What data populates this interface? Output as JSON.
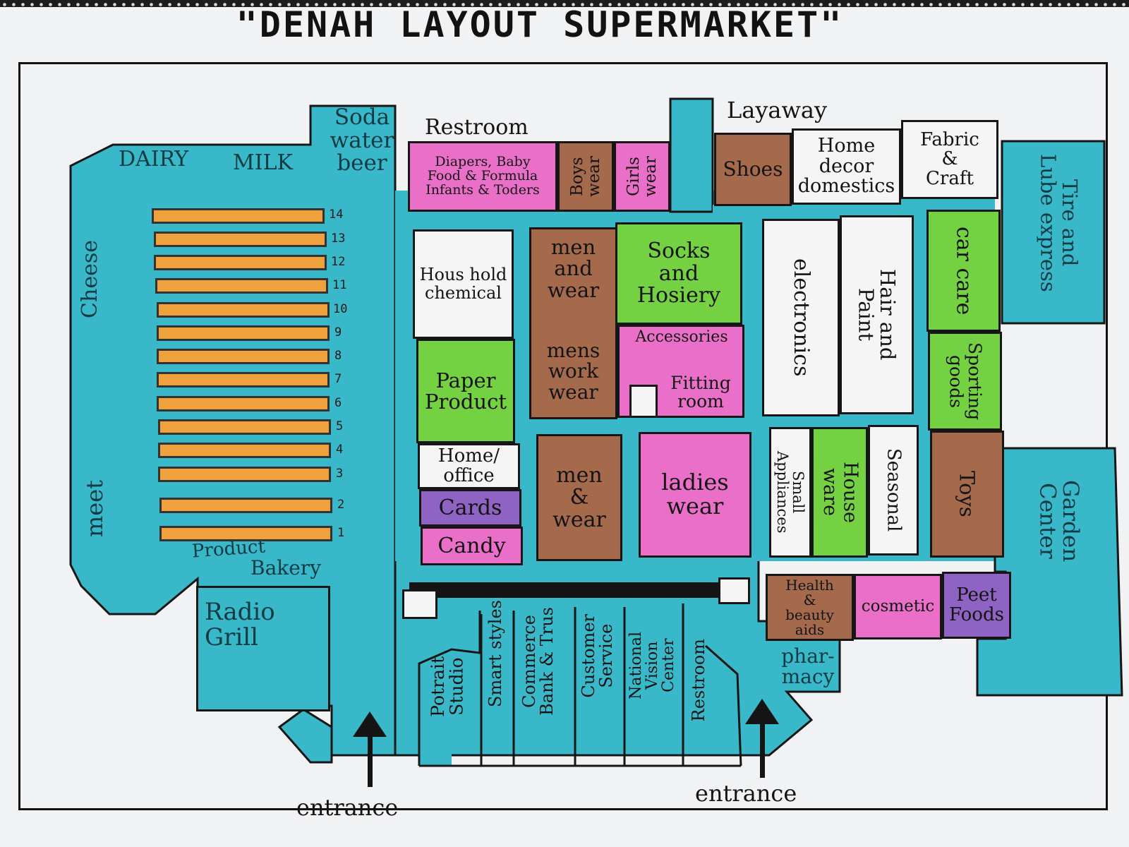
{
  "title": "\"DENAH LAYOUT SUPERMARKET\"",
  "labels": {
    "soda_water_beer": "Soda\nwater\nbeer",
    "dairy": "DAIRY",
    "milk": "MILK",
    "cheese": "Cheese",
    "meet": "meet",
    "product": "Product",
    "bakery": "Bakery",
    "radio_grill": "Radio\nGrill",
    "restroom_top": "Restroom",
    "diapers": "Diapers, Baby\nFood & Formula\nInfants & Toders",
    "boys_wear": "Boys\nwear",
    "girls_wear": "Girls\nwear",
    "layaway": "Layaway",
    "shoes": "Shoes",
    "home_decor": "Home\ndecor\ndomestics",
    "fabric_craft": "Fabric\n&\nCraft",
    "tire_lube": "Tire and\nLube express",
    "household_chemical": "Hous hold\nchemical",
    "paper_product": "Paper\nProduct",
    "home_office": "Home/\noffice",
    "cards": "Cards",
    "candy": "Candy",
    "men_wear_top": "men\nand\nwear",
    "mens_work_wear": "mens\nwork\nwear",
    "socks_hosiery": "Socks\nand\nHosiery",
    "accessories": "Accessories",
    "fitting_room": "Fitting\nroom",
    "men_wear_bottom": "men\n&\nwear",
    "ladies_wear": "ladies\nwear",
    "electronics": "electronics",
    "hair_paint": "Hair and\nPaint",
    "car_care": "car care",
    "sporting_goods": "Sporting\ngoods",
    "small_appliances": "Small\nAppliances",
    "house_ware": "House\nware",
    "seasonal": "Seasonal",
    "toys": "Toys",
    "garden_center": "Garden\nCenter",
    "health_beauty": "Health\n&\nbeauty\naids",
    "cosmetic": "cosmetic",
    "peet_foods": "Peet\nFoods",
    "pharmacy": "phar-\nmacy",
    "portrait_studio": "Potrait\nStudio",
    "smart_styles": "Smart styles",
    "commerce_bank": "Commerce\nBank & Trus",
    "customer_service": "Customer\nService",
    "national_vision": "National\nVision\nCenter",
    "restroom_bottom": "Restroom",
    "entrance_left": "entrance",
    "entrance_right": "entrance"
  },
  "aisle_numbers": [
    "14",
    "13",
    "12",
    "11",
    "10",
    "9",
    "8",
    "7",
    "6",
    "5",
    "4",
    "3",
    "2",
    "1"
  ],
  "colors": {
    "aisle_teal": "#38b8c8",
    "pink": "#ea6fc8",
    "brown": "#a56a4c",
    "green": "#74d141",
    "purple": "#8f63c4",
    "orange_shelf": "#eea13c"
  }
}
